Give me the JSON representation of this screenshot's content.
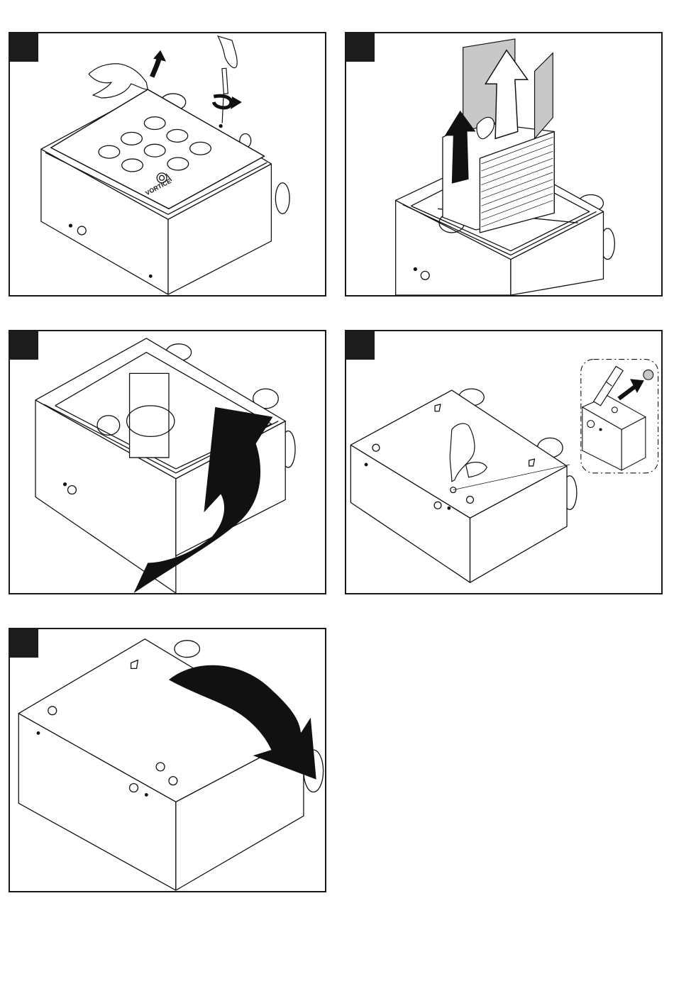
{
  "document": {
    "type": "installation-instruction-sheet",
    "steps": [
      {
        "id": 1,
        "badge_label": "",
        "action": "remove-top-panel"
      },
      {
        "id": 2,
        "badge_label": "",
        "action": "lift-out-heat-exchanger-and-filters"
      },
      {
        "id": 3,
        "badge_label": "",
        "action": "rotate-unit"
      },
      {
        "id": 4,
        "badge_label": "",
        "action": "cut-out-condensate-port"
      },
      {
        "id": 5,
        "badge_label": "",
        "action": "turn-unit-back"
      }
    ],
    "brand_mark": "VORTICE"
  },
  "colors": {
    "ink": "#111111",
    "badge": "#1c1c1c",
    "filter_grey": "#c8c8c8",
    "paper": "#ffffff"
  },
  "icons": [
    "arrow-up-icon",
    "rotate-arrow-icon",
    "screwdriver-icon",
    "cutter-knife-icon",
    "hand-icon"
  ]
}
